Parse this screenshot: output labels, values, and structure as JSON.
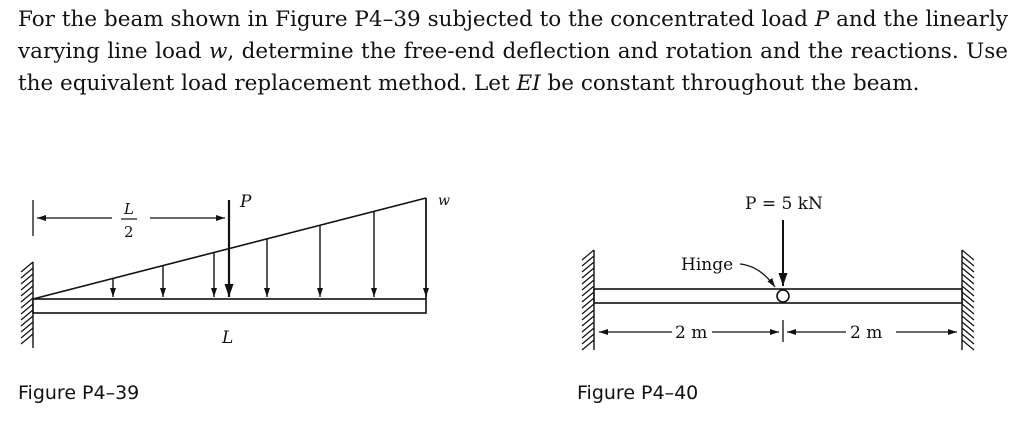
{
  "problem": {
    "t1": "For the beam shown in Figure P4–39 subjected to the concentrated load ",
    "p": "P",
    "t2": " and the linearly varying line load ",
    "w": "w",
    "t3": ", determine the free-end deflection and rotation and the reactions. Use the equivalent load replacement method. Let ",
    "ei": "EI",
    "t4": " be constant throughout the beam."
  },
  "fig39": {
    "label_L_num": "L",
    "label_L_den": "2",
    "label_P": "P",
    "label_w": "w",
    "label_L": "L",
    "caption": "Figure P4–39"
  },
  "fig40": {
    "load_label": "P = 5 kN",
    "hinge_label": "Hinge",
    "dim_left": "2 m",
    "dim_right": "2 m",
    "caption": "Figure P4–40"
  }
}
